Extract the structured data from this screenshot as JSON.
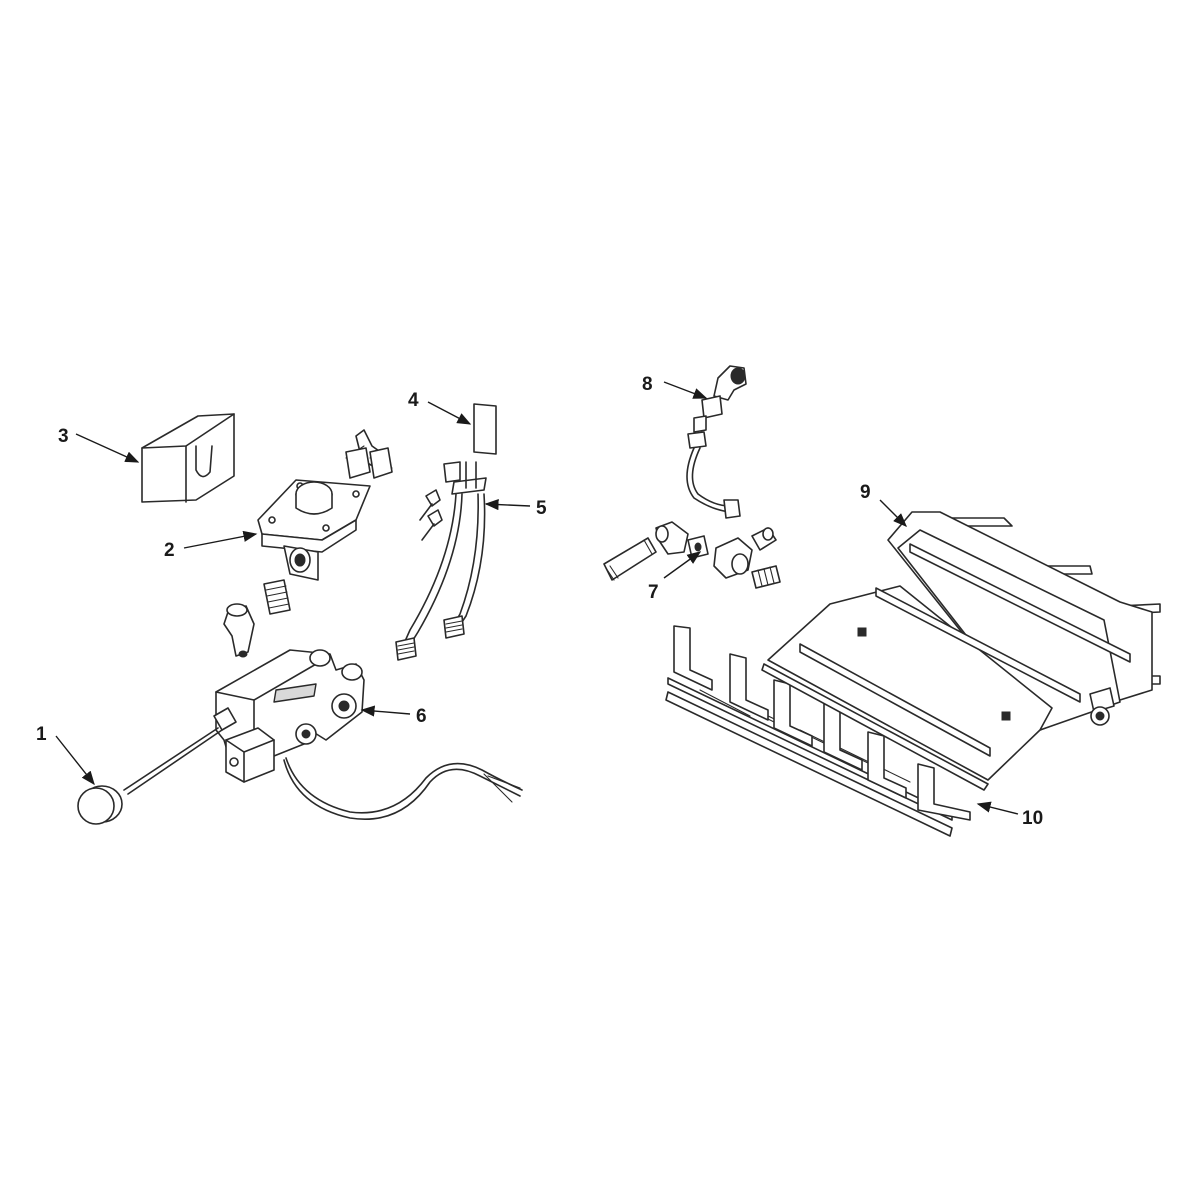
{
  "callouts": {
    "c1": "1",
    "c2": "2",
    "c3": "3",
    "c4": "4",
    "c5": "5",
    "c6": "6",
    "c7": "7",
    "c8": "8",
    "c9": "9",
    "c10": "10"
  },
  "colors": {
    "line": "#2a2a2a",
    "background": "#ffffff",
    "shade": "#d9d9d9"
  }
}
